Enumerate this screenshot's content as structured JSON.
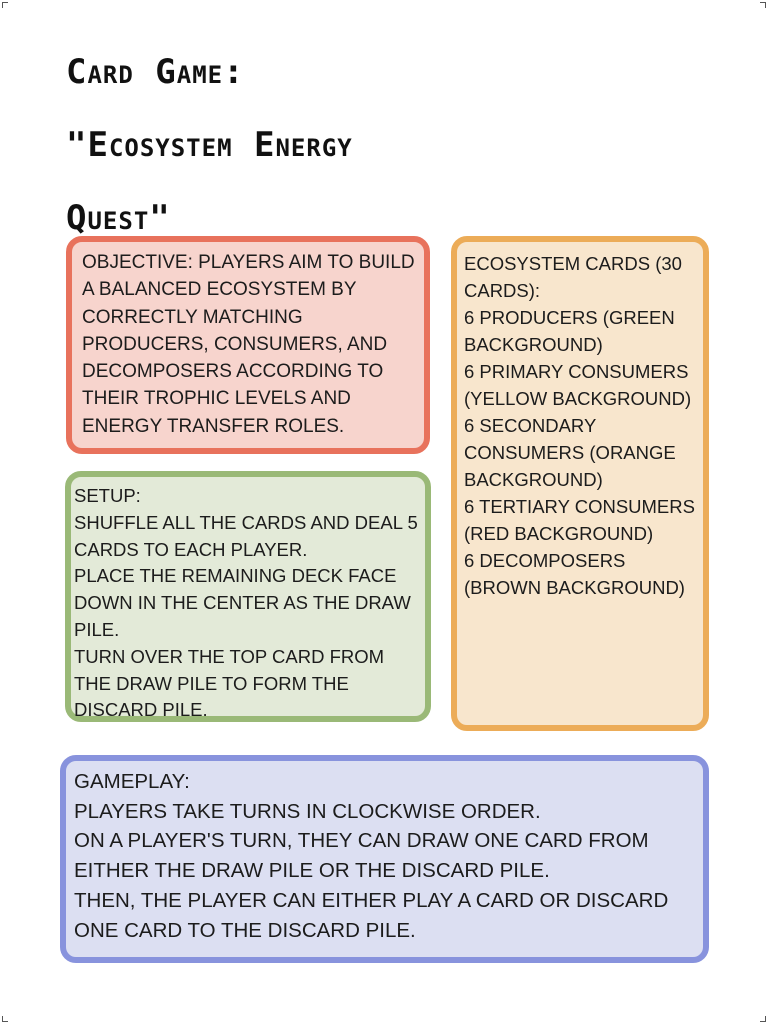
{
  "title": {
    "line1": "Card Game:",
    "line2": "\"Ecosystem Energy",
    "line3": "Quest\""
  },
  "objective": {
    "text": "Objective: Players aim to build a balanced ecosystem by correctly matching producers, consumers, and decomposers according to their trophic levels and energy transfer roles."
  },
  "setup": {
    "heading": "Setup:",
    "steps": [
      "Shuffle all the cards and deal 5 cards to each player.",
      "Place the remaining deck face down in the center as the draw pile.",
      "Turn over the top card from the draw pile to form the discard pile."
    ]
  },
  "ecosystem_cards": {
    "heading": "Ecosystem Cards (30 cards):",
    "items": [
      "6 Producers (green background)",
      "6 Primary Consumers (yellow background)",
      "6 Secondary Consumers (orange background)",
      "6 Tertiary Consumers (red background)",
      "6 Decomposers (brown background)"
    ]
  },
  "gameplay": {
    "heading": "Gameplay:",
    "steps": [
      "Players take turns in clockwise order.",
      "On a player's turn, they can draw one card from either the draw pile or the discard pile.",
      "Then, the player can either play a card or discard one card to the discard pile."
    ]
  },
  "colors": {
    "objective_bg": "#f7d4cd",
    "objective_border": "#e8725c",
    "setup_bg": "#e3ead8",
    "setup_border": "#9ab977",
    "cards_bg": "#f8e6cd",
    "cards_border": "#ecac58",
    "gameplay_bg": "#dcdff2",
    "gameplay_border": "#8893dd"
  }
}
